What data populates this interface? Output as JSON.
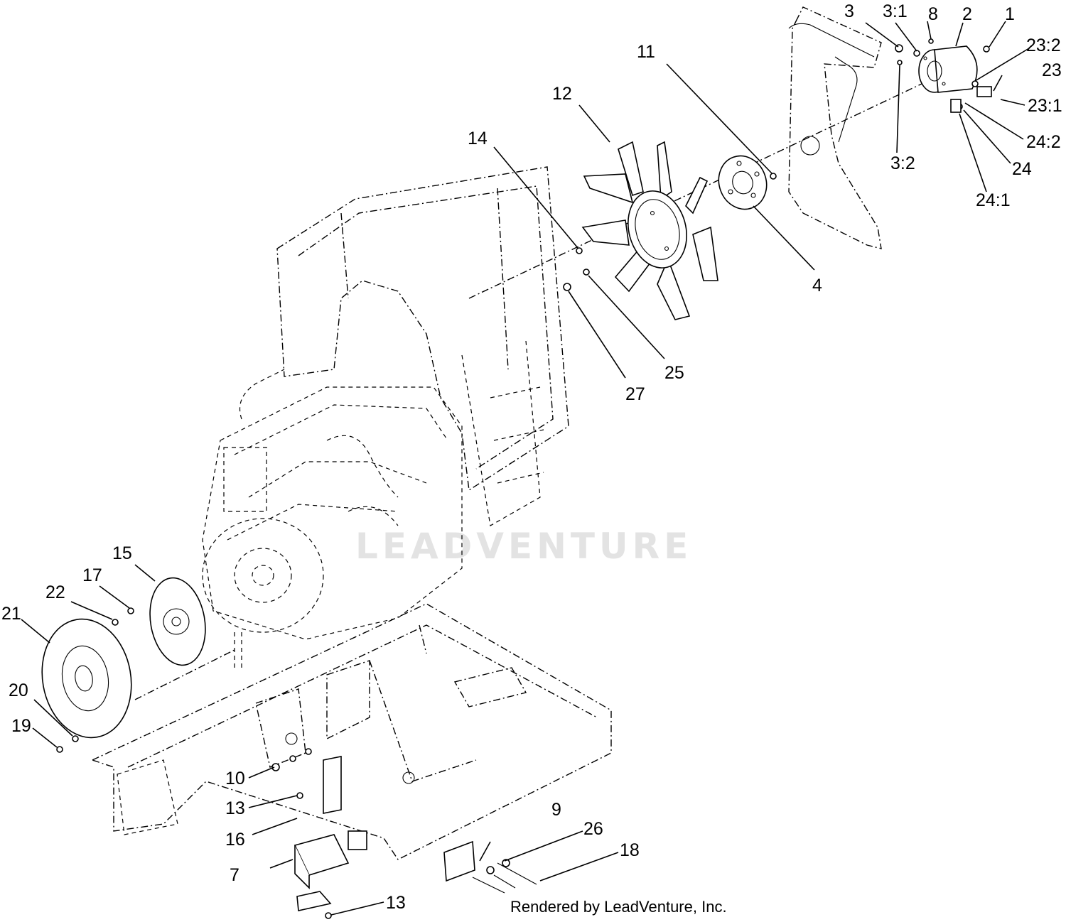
{
  "watermark": "LEADVENTURE",
  "footer": "Rendered by LeadVenture, Inc.",
  "callouts": {
    "c1": "1",
    "c2": "2",
    "c3": "3",
    "c3_1": "3:1",
    "c3_2": "3:2",
    "c4": "4",
    "c7": "7",
    "c8": "8",
    "c9": "9",
    "c10": "10",
    "c11": "11",
    "c12": "12",
    "c13a": "13",
    "c13b": "13",
    "c14": "14",
    "c15": "15",
    "c16": "16",
    "c17": "17",
    "c18": "18",
    "c19": "19",
    "c20": "20",
    "c21": "21",
    "c22": "22",
    "c23": "23",
    "c23_1": "23:1",
    "c23_2": "23:2",
    "c24": "24",
    "c24_1": "24:1",
    "c24_2": "24:2",
    "c25": "25",
    "c26": "26",
    "c27": "27"
  }
}
